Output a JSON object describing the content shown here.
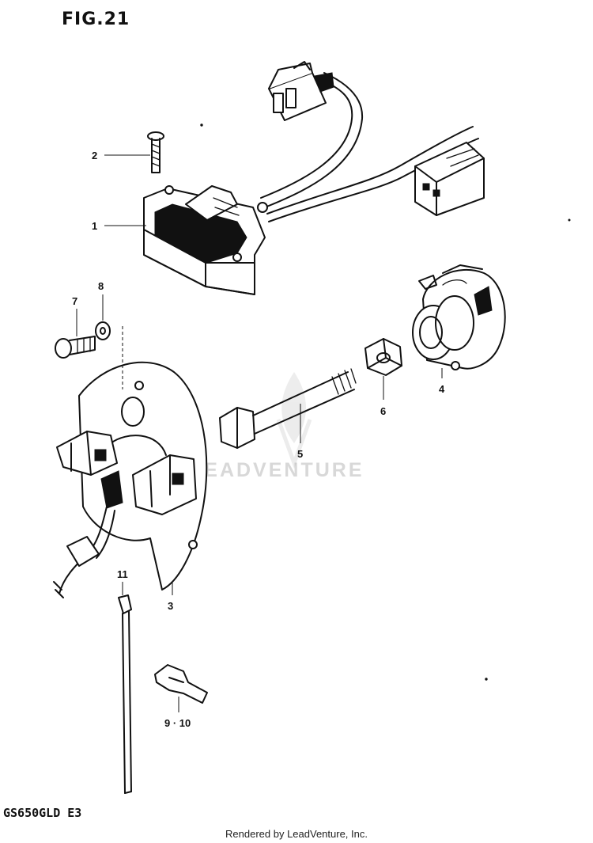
{
  "figure": {
    "title": "FIG.21",
    "model_code": "GS650GLD E3",
    "credit": "Rendered by LeadVenture, Inc.",
    "watermark": "LEADVENTURE"
  },
  "callouts": {
    "c1": "1",
    "c2": "2",
    "c3": "3",
    "c4": "4",
    "c5": "5",
    "c6": "6",
    "c7": "7",
    "c8": "8",
    "c9_10": "9 · 10",
    "c11": "11"
  },
  "colors": {
    "ink": "#111111",
    "watermark": "#d8d8d8",
    "background": "#ffffff"
  }
}
